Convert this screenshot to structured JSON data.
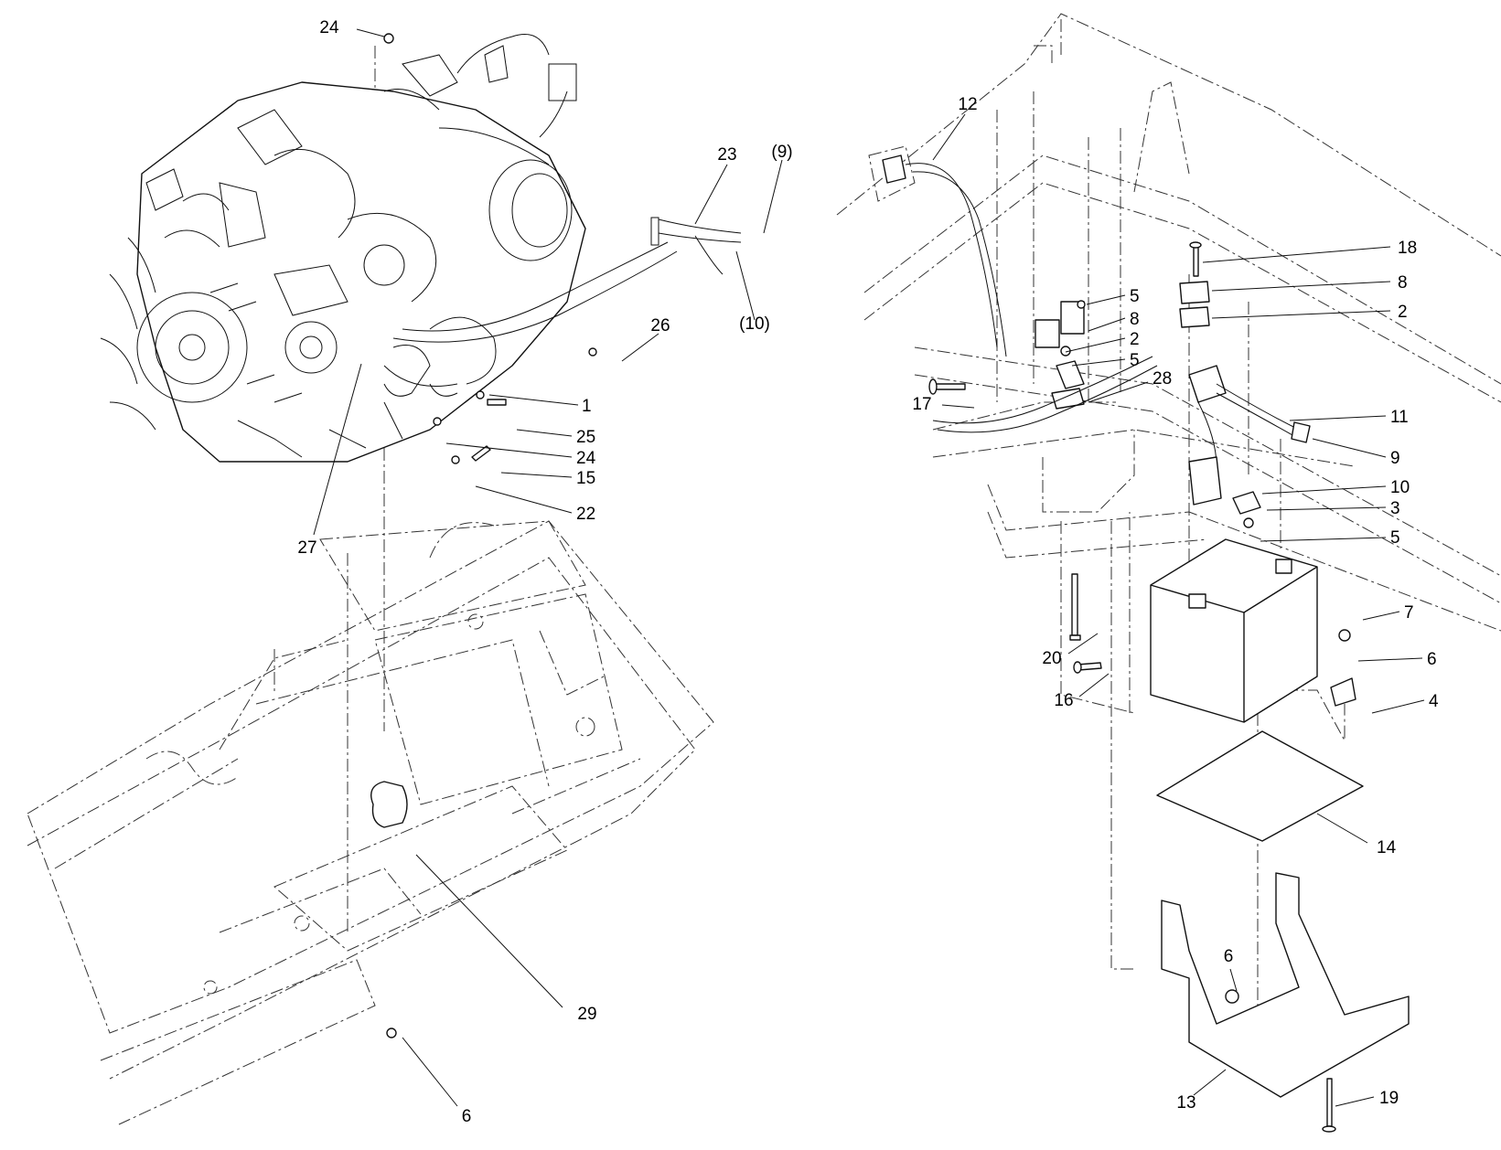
{
  "callouts": [
    {
      "text": "24"
    },
    {
      "text": "23"
    },
    {
      "text": "(9)"
    },
    {
      "text": "(10)"
    },
    {
      "text": "26"
    },
    {
      "text": "1"
    },
    {
      "text": "25"
    },
    {
      "text": "24"
    },
    {
      "text": "15"
    },
    {
      "text": "22"
    },
    {
      "text": "27"
    },
    {
      "text": "29"
    },
    {
      "text": "6"
    },
    {
      "text": "12"
    },
    {
      "text": "18"
    },
    {
      "text": "8"
    },
    {
      "text": "2"
    },
    {
      "text": "5"
    },
    {
      "text": "8"
    },
    {
      "text": "2"
    },
    {
      "text": "5"
    },
    {
      "text": "28"
    },
    {
      "text": "17"
    },
    {
      "text": "11"
    },
    {
      "text": "9"
    },
    {
      "text": "10"
    },
    {
      "text": "3"
    },
    {
      "text": "5"
    },
    {
      "text": "7"
    },
    {
      "text": "6"
    },
    {
      "text": "4"
    },
    {
      "text": "20"
    },
    {
      "text": "16"
    },
    {
      "text": "14"
    },
    {
      "text": "6"
    },
    {
      "text": "13"
    },
    {
      "text": "19"
    }
  ]
}
